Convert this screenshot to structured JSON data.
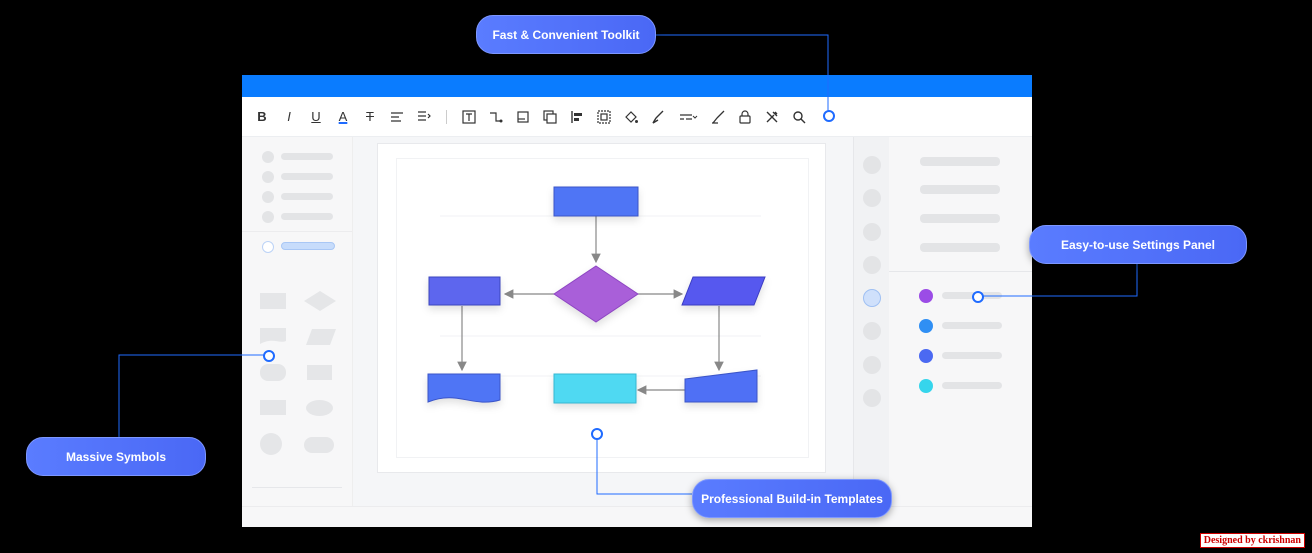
{
  "callouts": {
    "toolkit": "Fast & Convenient Toolkit",
    "settings": "Easy-to-use Settings Panel",
    "symbols": "Massive Symbols",
    "templates": "Professional Build-in Templates"
  },
  "toolbar": {
    "bold": "B",
    "italic": "I",
    "underline": "U",
    "font_color": "A",
    "clear_format": "T"
  },
  "credit": "Designed by ckrishnan",
  "colors": {
    "titlebar": "#0a7cff",
    "node_blue": "#4f6ff5",
    "node_purple": "#a95ed9",
    "node_cyan": "#4fd9f2",
    "palette": [
      "#9b4ce6",
      "#2f8ff4",
      "#4b69f2",
      "#36d5ec"
    ]
  }
}
